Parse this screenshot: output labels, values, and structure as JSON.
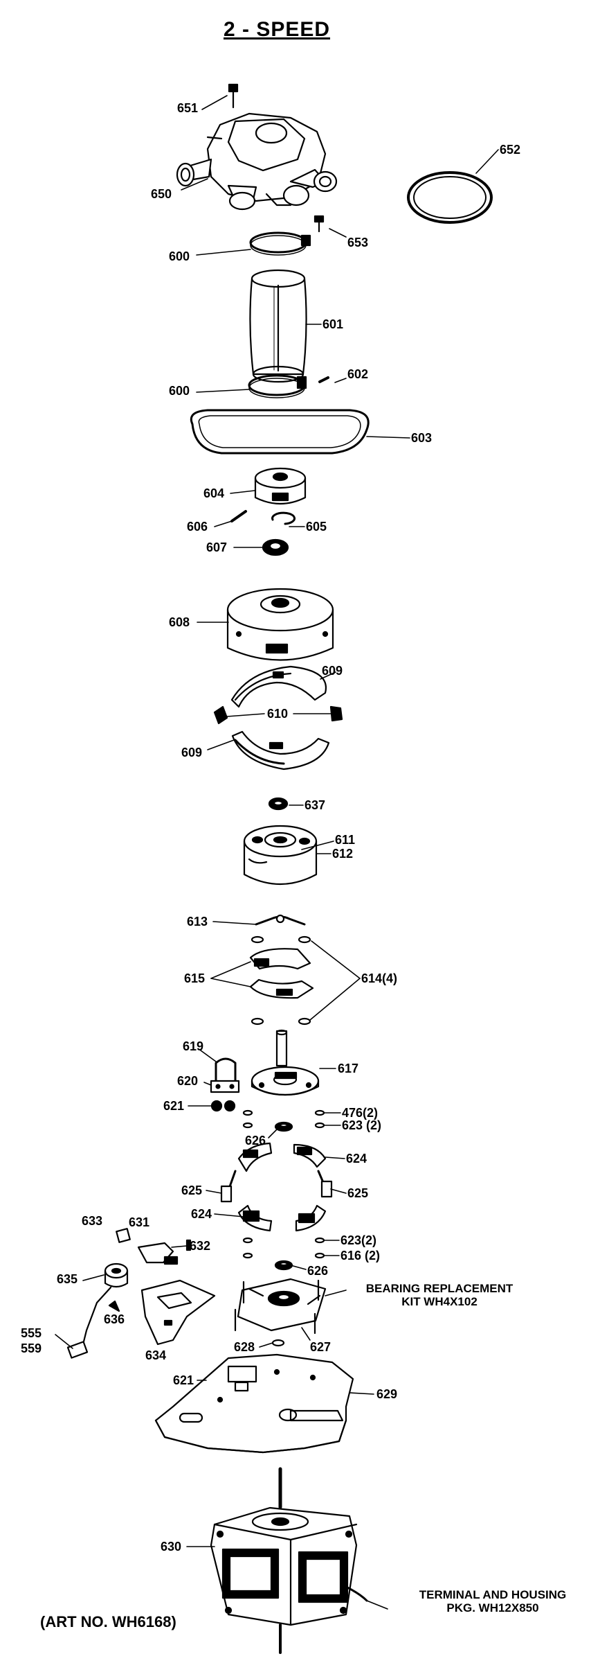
{
  "title": "2 - SPEED",
  "art_number": "(ART NO. WH6168)",
  "bearing_kit": {
    "line1": "BEARING REPLACEMENT",
    "line2": "KIT WH4X102"
  },
  "terminal_kit": {
    "line1": "TERMINAL AND HOUSING",
    "line2": "PKG. WH12X850"
  },
  "callouts": {
    "c651": "651",
    "c652": "652",
    "c650": "650",
    "c653": "653",
    "c600a": "600",
    "c601": "601",
    "c600b": "600",
    "c602": "602",
    "c603": "603",
    "c604": "604",
    "c606": "606",
    "c605": "605",
    "c607": "607",
    "c608": "608",
    "c609a": "609",
    "c610": "610",
    "c609b": "609",
    "c637": "637",
    "c611": "611",
    "c612": "612",
    "c613": "613",
    "c615": "615",
    "c614": "614(4)",
    "c619": "619",
    "c620": "620",
    "c617": "617",
    "c621a": "621",
    "c476": "476(2)",
    "c626a": "626",
    "c623a": "623 (2)",
    "c624a": "624",
    "c625a": "625",
    "c625b": "625",
    "c624b": "624",
    "c633": "633",
    "c631": "631",
    "c623b": "623(2)",
    "c632": "632",
    "c616": "616 (2)",
    "c635": "635",
    "c626b": "626",
    "c636": "636",
    "c634": "634",
    "c555": "555",
    "c559": "559",
    "c628": "628",
    "c627": "627",
    "c621b": "621",
    "c629": "629",
    "c630": "630"
  }
}
